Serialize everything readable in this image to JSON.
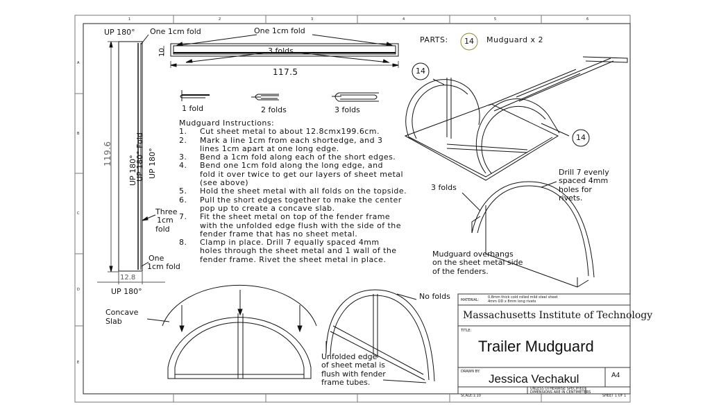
{
  "border": {
    "top_zone_numbers": [
      "1",
      "2",
      "3",
      "4",
      "5",
      "6"
    ],
    "left_zone_letters": [
      "A",
      "B",
      "C",
      "D",
      "E"
    ]
  },
  "parts": {
    "label": "PARTS:",
    "item_number": "14",
    "item_desc": "Mudguard x 2"
  },
  "strip_views": {
    "up_top": "UP  180°",
    "one_cm_fold_top": "One 1cm fold",
    "one_cm_fold_center": "One 1cm fold",
    "three_folds": "3 folds",
    "length": "117.5",
    "thickness": "10",
    "long_length": "119.6",
    "width": "12.8",
    "up_side_1": "UP  180°",
    "up_side_2": "UP  180° Fold",
    "up_side_3": "UP  180°",
    "three_cm_fold": [
      "Three",
      "1cm",
      "fold"
    ],
    "one_cm_fold_bottom": [
      "One",
      "1cm fold"
    ],
    "up_bottom": "UP  180°"
  },
  "fold_details": [
    "1 fold",
    "2 folds",
    "3 folds"
  ],
  "instructions": {
    "title": "Mudguard Instructions:",
    "steps": [
      {
        "n": "1.",
        "lines": [
          "Cut sheet metal to about 12.8cmx199.6cm."
        ]
      },
      {
        "n": "2.",
        "lines": [
          "Mark a line 1cm from each shortedge, and 3",
          "lines 1cm apart at one long edge."
        ]
      },
      {
        "n": "3.",
        "lines": [
          "Bend a 1cm fold along each of the short edges."
        ]
      },
      {
        "n": "4.",
        "lines": [
          "Bend one 1cm fold along the long edge, and",
          "fold it over twice to get our layers of sheet metal",
          "(see above)"
        ]
      },
      {
        "n": "5.",
        "lines": [
          "Hold the sheet metal with all folds on the topside."
        ]
      },
      {
        "n": "6.",
        "lines": [
          "Pull the short edges together to make the center",
          "pop up to create a concave slab."
        ]
      },
      {
        "n": "7.",
        "lines": [
          "Fit the sheet metal on top of the fender frame",
          "with the unfolded edge flush with the side of the",
          "fender frame that has no sheet metal."
        ]
      },
      {
        "n": "8.",
        "lines": [
          "Clamp in place.  Drill 7 equally spaced 4mm",
          "holes through the sheet metal and 1 wall of the",
          "fender frame.  Rivet the sheet metal in place."
        ]
      }
    ]
  },
  "trailer_view": {
    "balloon_left": "14",
    "balloon_right": "14"
  },
  "mudguard_detail": {
    "three_folds": "3 folds",
    "drill_note": [
      "Drill 7 evenly",
      "spaced 4mm",
      "holes for",
      "rivets."
    ],
    "overhang_note": [
      "Mudguard overhangs",
      "on the sheet metal side",
      "of the fenders."
    ]
  },
  "bottom_views": {
    "concave_slab": [
      "Concave",
      "Slab"
    ],
    "no_folds": "No folds",
    "unfolded_edge": [
      "Unfolded edge",
      "of sheet metal is",
      "flush with fender",
      "frame tubes."
    ]
  },
  "title_block": {
    "material_label": "MATERIAL:",
    "material_value": [
      "0.8mm thick cold rolled mild steel sheet",
      "4mm OD x 8mm long rivets"
    ],
    "organization": "Massachusetts Institute of Technology",
    "title_label": "TITLE:",
    "title": "Trailer Mudguard",
    "drawn_by_label": "DRAWN BY:",
    "author": "Jessica Vechakul",
    "size": "A4",
    "units_note": [
      "UNLESS OTHERWISE SPECIFIED:",
      "DIMENSIONS ARE IN CENTIMETERS"
    ],
    "scale": "SCALE:1:10",
    "sheet": "SHEET 1 OF 1"
  }
}
